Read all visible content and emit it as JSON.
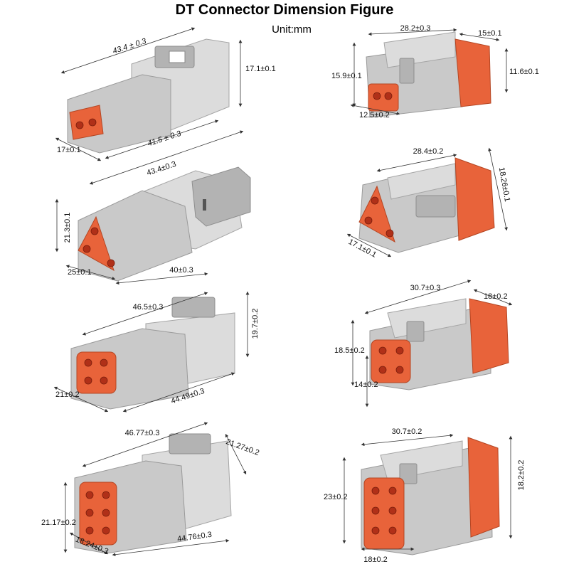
{
  "title": "DT Connector Dimension Figure",
  "subtitle": "Unit:mm",
  "connectors": [
    {
      "id": "2pin-plug",
      "dims": {
        "length_top": "43.4 ± 0.3",
        "height": "17.1±0.1",
        "length_bottom": "41.5 ± 0.3",
        "width": "17±0.1"
      }
    },
    {
      "id": "2pin-receptacle",
      "dims": {
        "length": "28.2±0.3",
        "seal": "15±0.1",
        "height": "15.9±0.1",
        "body_height": "11.6±0.1",
        "face_width": "12.5±0.2"
      }
    },
    {
      "id": "3pin-plug",
      "dims": {
        "length_top": "43.4±0.3",
        "height": "21.3±0.1",
        "length_bottom": "40±0.3",
        "face": "25±0.1"
      }
    },
    {
      "id": "3pin-receptacle",
      "dims": {
        "length": "28.4±0.2",
        "height": "18.26±0.1",
        "face": "17.1±0.1"
      }
    },
    {
      "id": "4pin-plug",
      "dims": {
        "length_top": "46.5±0.3",
        "height": "19.7±0.2",
        "width": "21±0.2",
        "length_bottom": "44.49±0.3"
      }
    },
    {
      "id": "4pin-receptacle",
      "dims": {
        "length": "30.7±0.3",
        "seal": "18±0.2",
        "height": "18.5±0.2",
        "width": "14±0.2"
      }
    },
    {
      "id": "6pin-plug",
      "dims": {
        "length_top": "46.77±0.3",
        "height_right": "21.27±0.2",
        "height": "21.17±0.2",
        "width": "18.24±0.3",
        "length_bottom": "44.76±0.3"
      }
    },
    {
      "id": "6pin-receptacle",
      "dims": {
        "length": "30.7±0.2",
        "height": "23±0.2",
        "height_right": "18.2±0.2",
        "width": "18±0.2"
      }
    }
  ],
  "colors": {
    "housing": "#c9c9c9",
    "seal": "#e8633a",
    "pin": "#b03018"
  }
}
